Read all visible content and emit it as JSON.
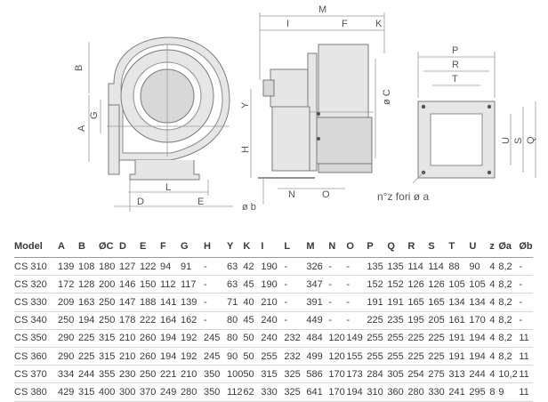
{
  "drawing": {
    "front_view": {
      "label_a": "A",
      "label_b": "B",
      "label_g": "G",
      "label_d": "D",
      "label_e": "E",
      "label_l": "L"
    },
    "side_view": {
      "label_m": "M",
      "label_i": "I",
      "label_f": "F",
      "label_k": "K",
      "label_y": "Y",
      "label_h": "H",
      "label_oc": "ø C",
      "label_n": "N",
      "label_o": "O",
      "label_ob": "ø b"
    },
    "flange_view": {
      "label_p": "P",
      "label_r": "R",
      "label_t": "T",
      "label_u": "U",
      "label_s": "S",
      "label_q": "Q",
      "hole_note": "n°z fori ø a"
    }
  },
  "table": {
    "headers": [
      "Model",
      "A",
      "B",
      "ØC",
      "D",
      "E",
      "F",
      "G",
      "H",
      "Y",
      "K",
      "I",
      "L",
      "M",
      "N",
      "O",
      "P",
      "Q",
      "R",
      "S",
      "T",
      "U",
      "z",
      "Øa",
      "Øb"
    ],
    "rows": [
      [
        "CS 310",
        "139",
        "108",
        "180",
        "127",
        "122",
        "94",
        "91",
        "-",
        "63",
        "42",
        "190",
        "-",
        "326",
        "-",
        "-",
        "135",
        "135",
        "114",
        "114",
        "88",
        "90",
        "4",
        "8,2",
        "-"
      ],
      [
        "CS 320",
        "172",
        "128",
        "200",
        "146",
        "150",
        "112",
        "117",
        "-",
        "63",
        "45",
        "190",
        "-",
        "347",
        "-",
        "-",
        "152",
        "152",
        "126",
        "126",
        "105",
        "105",
        "4",
        "8,2",
        "-"
      ],
      [
        "CS 330",
        "209",
        "163",
        "250",
        "147",
        "188",
        "141",
        "139",
        "-",
        "71",
        "40",
        "210",
        "-",
        "391",
        "-",
        "-",
        "191",
        "191",
        "165",
        "165",
        "134",
        "134",
        "4",
        "8,2",
        "-"
      ],
      [
        "CS 340",
        "250",
        "194",
        "250",
        "178",
        "222",
        "164",
        "162",
        "-",
        "80",
        "45",
        "240",
        "-",
        "449",
        "-",
        "-",
        "225",
        "235",
        "195",
        "205",
        "161",
        "170",
        "4",
        "8,2",
        "-"
      ],
      [
        "CS 350",
        "290",
        "225",
        "315",
        "210",
        "260",
        "194",
        "192",
        "245",
        "80",
        "50",
        "240",
        "232",
        "484",
        "120",
        "149",
        "255",
        "255",
        "225",
        "225",
        "191",
        "194",
        "4",
        "8,2",
        "11"
      ],
      [
        "CS 360",
        "290",
        "225",
        "315",
        "210",
        "260",
        "194",
        "192",
        "245",
        "90",
        "50",
        "255",
        "232",
        "499",
        "120",
        "155",
        "255",
        "255",
        "225",
        "225",
        "191",
        "194",
        "4",
        "8,2",
        "11"
      ],
      [
        "CS 370",
        "334",
        "244",
        "355",
        "230",
        "250",
        "221",
        "210",
        "350",
        "100",
        "50",
        "315",
        "325",
        "586",
        "170",
        "173",
        "284",
        "305",
        "254",
        "275",
        "313",
        "244",
        "4",
        "10,2",
        "11"
      ],
      [
        "CS 380",
        "429",
        "315",
        "400",
        "300",
        "370",
        "249",
        "280",
        "350",
        "112",
        "62",
        "330",
        "325",
        "641",
        "170",
        "194",
        "310",
        "360",
        "280",
        "330",
        "241",
        "295",
        "8",
        "9",
        "11"
      ]
    ]
  }
}
